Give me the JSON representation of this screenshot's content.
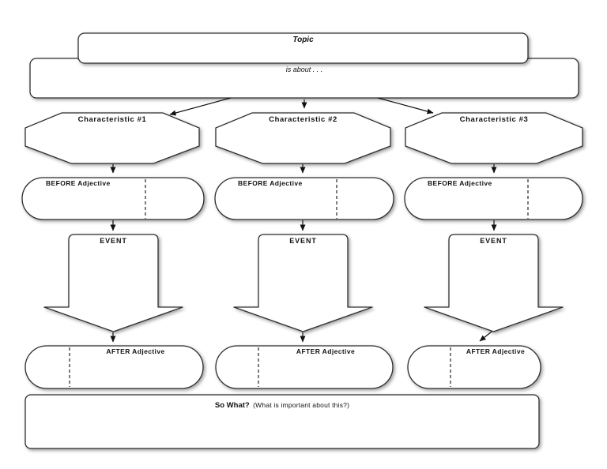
{
  "topic": {
    "label": "Topic"
  },
  "is_about": {
    "label": "is about . . ."
  },
  "columns": [
    {
      "characteristic": "Characteristic #1",
      "before": "BEFORE Adjective",
      "event": "EVENT",
      "after": "AFTER Adjective"
    },
    {
      "characteristic": "Characteristic #2",
      "before": "BEFORE Adjective",
      "event": "EVENT",
      "after": "AFTER Adjective"
    },
    {
      "characteristic": "Characteristic #3",
      "before": "BEFORE Adjective",
      "event": "EVENT",
      "after": "AFTER Adjective"
    }
  ],
  "so_what": {
    "question": "So What?",
    "hint": "(What is important about this?)"
  },
  "colors": {
    "background": "#ffffff",
    "shape_fill": "#ffffff",
    "shape_border": "#2e2e2e",
    "text": "#111111"
  }
}
